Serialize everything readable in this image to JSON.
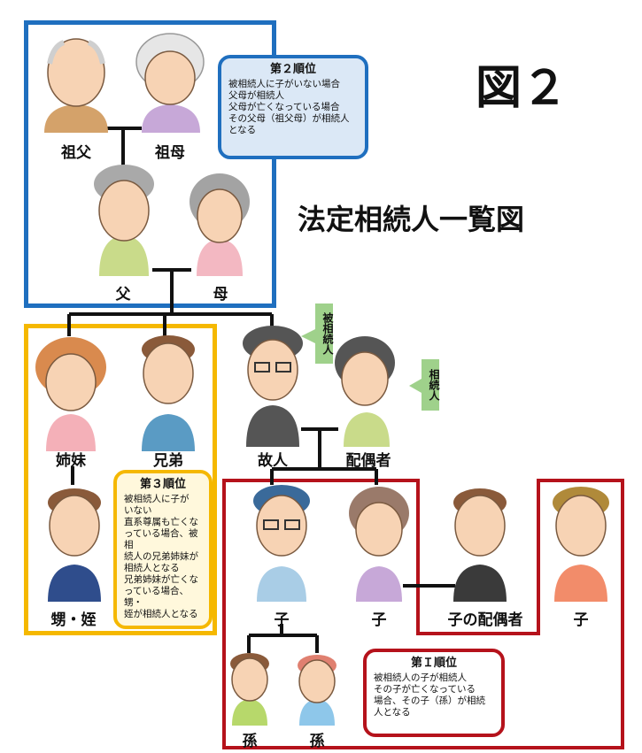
{
  "figure_number": "図２",
  "title": "法定相続人一覧図",
  "people": {
    "grandfather": "祖父",
    "grandmother": "祖母",
    "father": "父",
    "mother": "母",
    "sister": "姉妹",
    "brother": "兄弟",
    "deceased": "故人",
    "spouse": "配偶者",
    "nephew_niece": "甥・姪",
    "child1": "子",
    "child2": "子",
    "child_spouse": "子の配偶者",
    "child3": "子",
    "grandchild1": "孫",
    "grandchild2": "孫"
  },
  "tags": {
    "decedent": "被相続人",
    "heir": "相続人"
  },
  "notes": {
    "second": {
      "heading": "第２順位",
      "body": "被相続人に子がいない場合\n父母が相続人\n父母が亡くなっている場合\nその父母（祖父母）が相続人\nとなる"
    },
    "third": {
      "heading": "第３順位",
      "body": "被相続人に子が\nいない\n直系尊属も亡くな\nっている場合、被相\n続人の兄弟姉妹が\n相続人となる\n兄弟姉妹が亡くな\nっている場合、甥・\n姪が相続人となる"
    },
    "first": {
      "heading": "第Ｉ順位",
      "body": "被相続人の子が相続人\nその子が亡くなっている\n場合、その子（孫）が相続\n人となる"
    }
  },
  "colors": {
    "blue": "#1f6fbf",
    "yellow": "#f5b800",
    "red": "#b5121b",
    "tag_green": "#9fd18b",
    "note_blue_bg": "#dbe8f6",
    "note_yellow_bg": "#fff8dc",
    "note_red_bg": "#ffffff"
  }
}
